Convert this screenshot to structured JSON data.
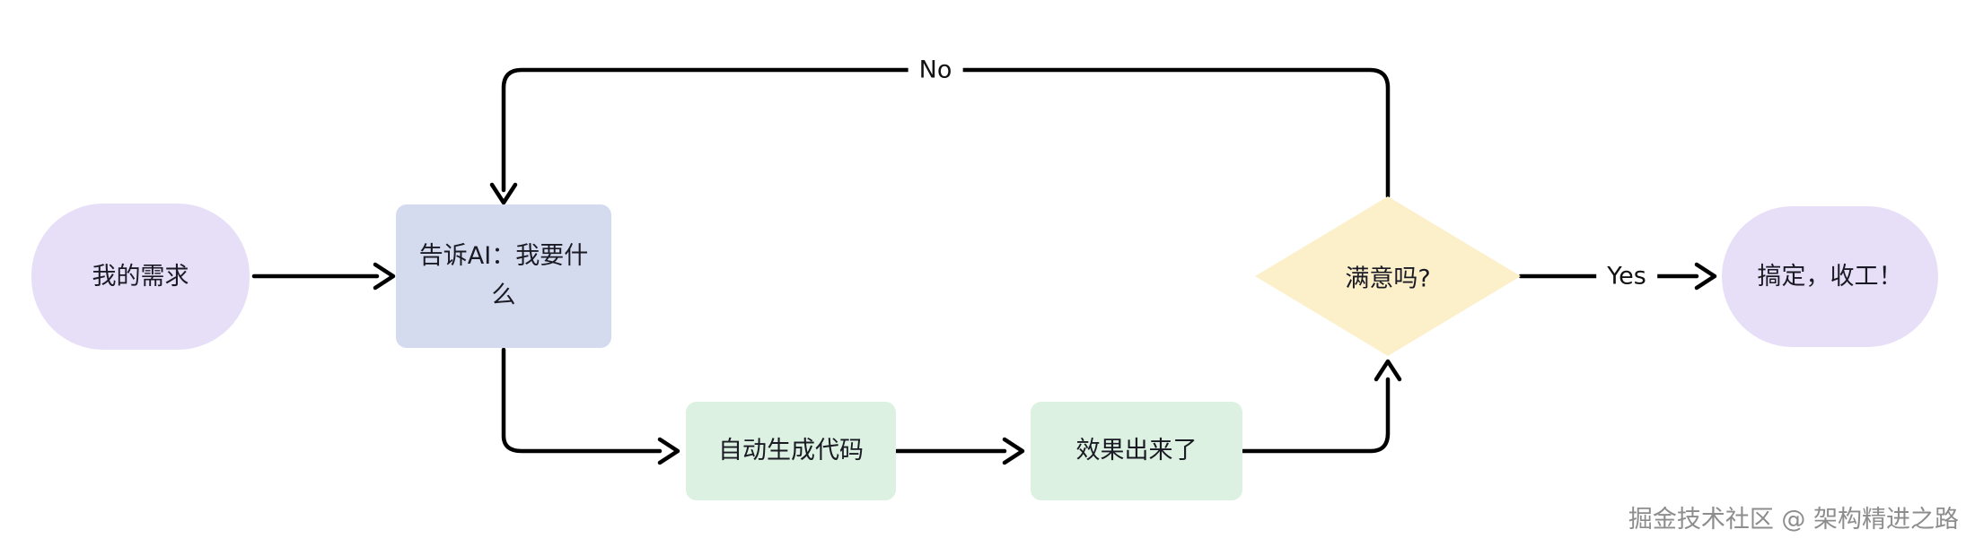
{
  "diagram": {
    "type": "flowchart",
    "background": "#ffffff",
    "line_color": "#000000",
    "text_color": "#1a1a24",
    "nodes": [
      {
        "id": "start",
        "shape": "stadium",
        "label": "我的需求",
        "fill": "#e7dff8"
      },
      {
        "id": "tell-ai",
        "shape": "rect",
        "label": "告诉AI：我要什么",
        "fill": "#d5dbef"
      },
      {
        "id": "generate-code",
        "shape": "rect",
        "label": "自动生成代码",
        "fill": "#dcf1e1"
      },
      {
        "id": "result",
        "shape": "rect",
        "label": "效果出来了",
        "fill": "#dcf1e1"
      },
      {
        "id": "satisfied",
        "shape": "diamond",
        "label": "满意吗?",
        "fill": "#fcf0ca"
      },
      {
        "id": "done",
        "shape": "stadium",
        "label": "搞定，收工！",
        "fill": "#e7dff8"
      }
    ],
    "edges": [
      {
        "from": "start",
        "to": "tell-ai",
        "label": ""
      },
      {
        "from": "tell-ai",
        "to": "generate-code",
        "label": ""
      },
      {
        "from": "generate-code",
        "to": "result",
        "label": ""
      },
      {
        "from": "result",
        "to": "satisfied",
        "label": ""
      },
      {
        "from": "satisfied",
        "to": "done",
        "label": "Yes"
      },
      {
        "from": "satisfied",
        "to": "tell-ai",
        "label": "No"
      }
    ]
  },
  "watermark": {
    "text": "掘金技术社区 @ 架构精进之路"
  }
}
